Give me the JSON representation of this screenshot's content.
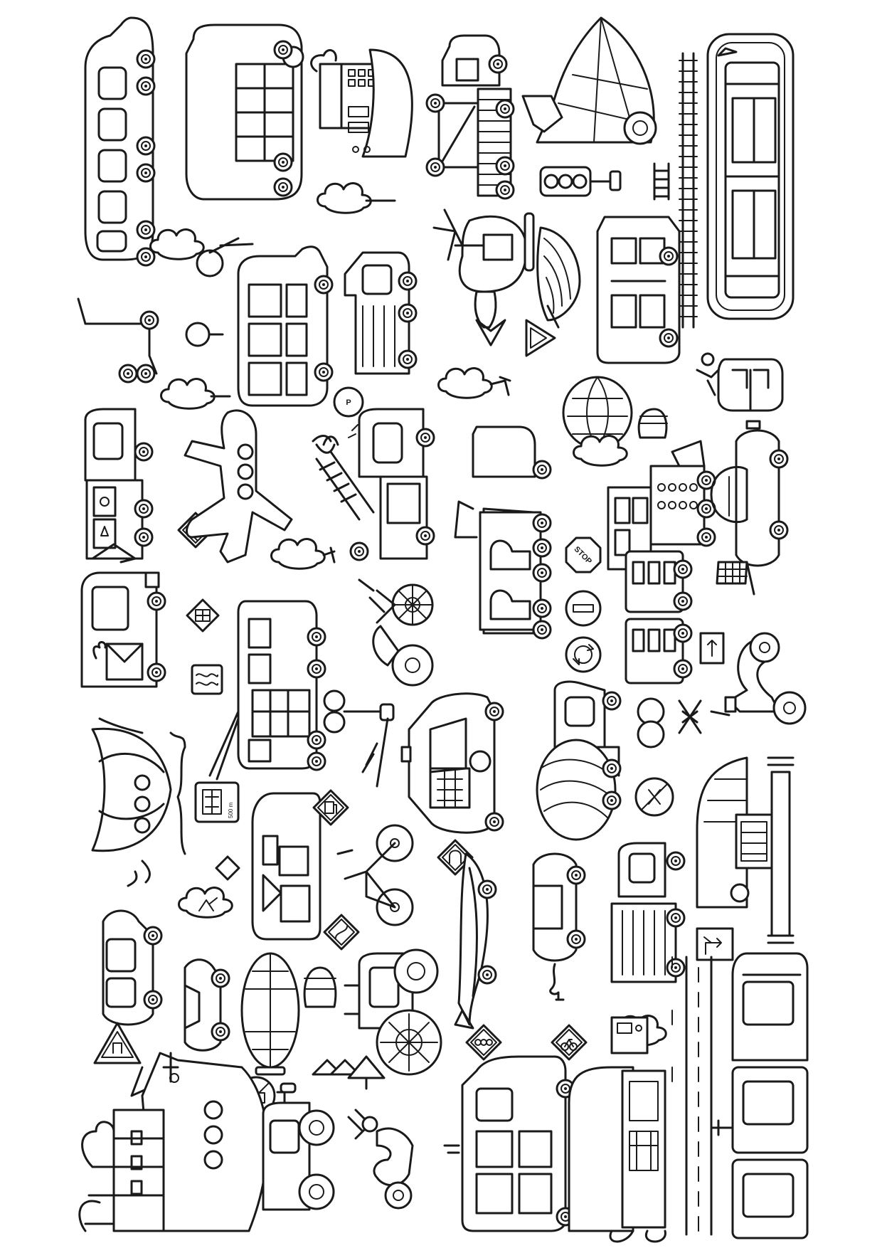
{
  "page": {
    "kind": "coloring-page",
    "background": "#ffffff",
    "line_color": "#1a1a1a"
  },
  "signs": {
    "stop": "STOP",
    "parking": "P",
    "distance": "500 m"
  }
}
